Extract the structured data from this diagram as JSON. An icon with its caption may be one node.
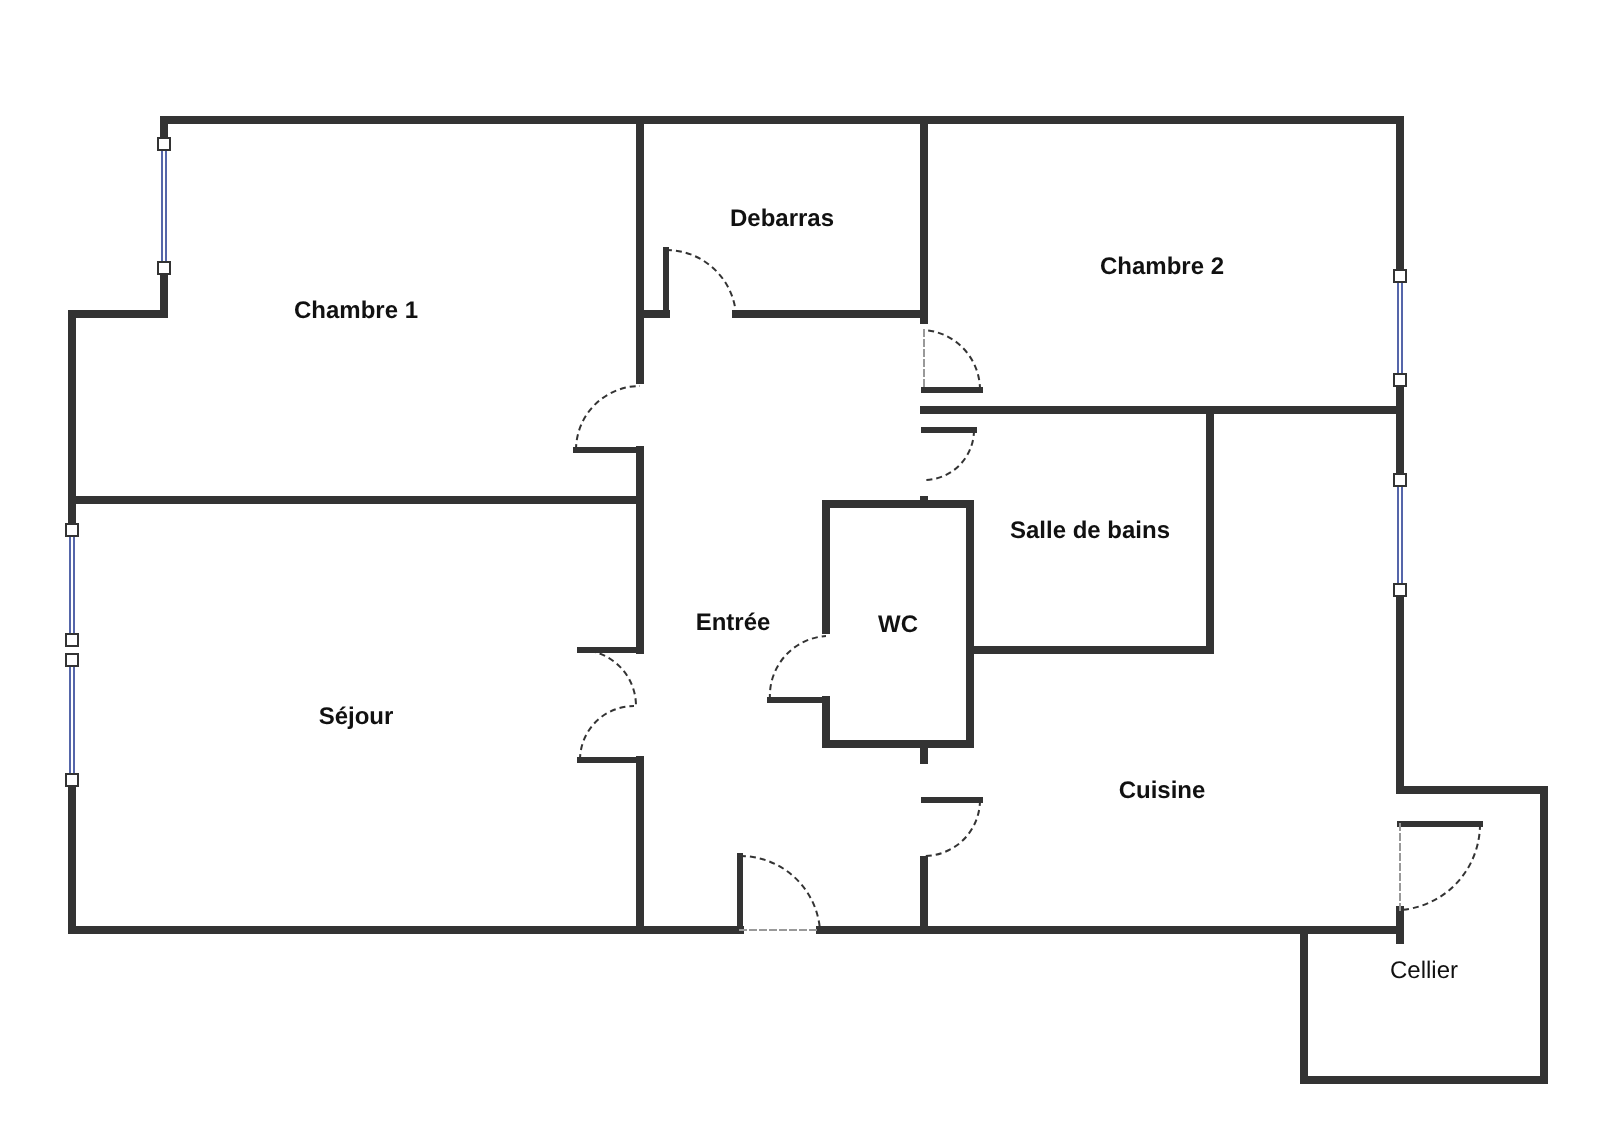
{
  "diagram": {
    "nodes": [
      {
        "text": [
          "Debarras"
        ]
      },
      {
        "text": [
          "Chambre 2"
        ]
      },
      {
        "text": [
          "Chambre 1"
        ]
      },
      {
        "text": [
          "Salle de bains"
        ]
      },
      {
        "text": [
          "Entrée"
        ]
      },
      {
        "text": [
          "WC"
        ]
      },
      {
        "text": [
          "Séjour"
        ]
      },
      {
        "text": [
          "Cuisine"
        ]
      },
      {
        "text": [
          "Cellier"
        ]
      }
    ]
  }
}
